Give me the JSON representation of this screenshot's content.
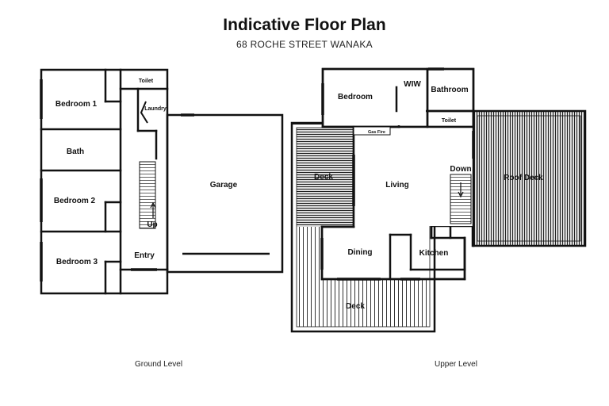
{
  "header": {
    "title": "Indicative Floor Plan",
    "address": "68 ROCHE STREET WANAKA"
  },
  "ground_level": {
    "caption": "Ground Level",
    "rooms": {
      "bedroom1": "Bedroom 1",
      "bath": "Bath",
      "bedroom2": "Bedroom 2",
      "bedroom3": "Bedroom 3",
      "toilet": "Toilet",
      "laundry": "Laundry",
      "stairs_up": "Up",
      "entry": "Entry",
      "garage": "Garage"
    }
  },
  "upper_level": {
    "caption": "Upper Level",
    "rooms": {
      "bedroom": "Bedroom",
      "wiw": "WIW",
      "bathroom": "Bathroom",
      "toilet": "Toilet",
      "gas_fire": "Gas Fire",
      "deck_left": "Deck",
      "living": "Living",
      "stairs_down": "Down",
      "roof_deck": "Roof Deck",
      "dining": "Dining",
      "kitchen": "Kitchen",
      "deck_bottom": "Deck"
    }
  }
}
